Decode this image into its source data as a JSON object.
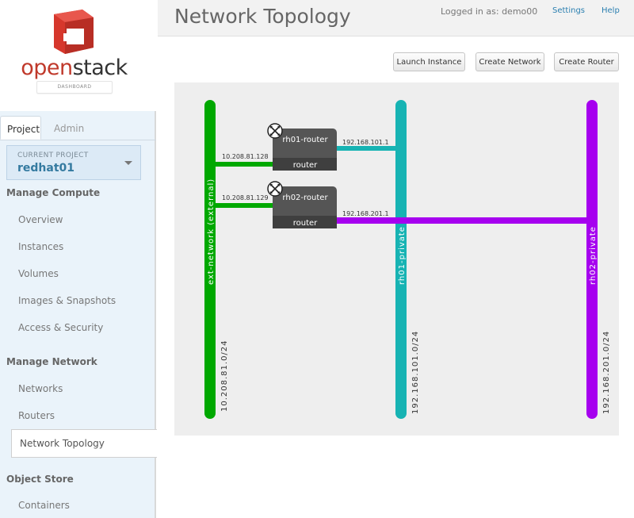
{
  "brand": {
    "word_open": "open",
    "word_stack": "stack",
    "badge": "DASHBOARD"
  },
  "sidebar": {
    "tabs": [
      {
        "label": "Project",
        "active": true
      },
      {
        "label": "Admin",
        "active": false
      }
    ],
    "current_project_caption": "CURRENT PROJECT",
    "current_project": "redhat01",
    "sections": [
      {
        "heading": "Manage Compute",
        "items": [
          "Overview",
          "Instances",
          "Volumes",
          "Images & Snapshots",
          "Access & Security"
        ]
      },
      {
        "heading": "Manage Network",
        "items": [
          "Networks",
          "Routers",
          "Network Topology"
        ],
        "active": "Network Topology"
      },
      {
        "heading": "Object Store",
        "items": [
          "Containers"
        ]
      }
    ]
  },
  "header": {
    "title": "Network Topology",
    "logged_in": "Logged in as: demo00",
    "settings": "Settings",
    "help": "Help"
  },
  "actions": {
    "launch_instance": "Launch Instance",
    "create_network": "Create Network",
    "create_router": "Create Router"
  },
  "topology": {
    "networks": [
      {
        "name": "ext-network (external)",
        "cidr": "10.208.81.0/24",
        "color": "#00a800"
      },
      {
        "name": "rh01-private",
        "cidr": "192.168.101.0/24",
        "color": "#17b3b3"
      },
      {
        "name": "rh02-private",
        "cidr": "192.168.201.0/24",
        "color": "#a600ef"
      }
    ],
    "routers": [
      {
        "name": "rh01-router",
        "type_label": "router",
        "ext_ip": "10.208.81.128",
        "int_ip": "192.168.101.1"
      },
      {
        "name": "rh02-router",
        "type_label": "router",
        "ext_ip": "10.208.81.129",
        "int_ip": "192.168.201.1"
      }
    ]
  },
  "colors": {
    "accent_link": "#2a7fb0",
    "brand_red": "#c0392b",
    "router_body": "#555555"
  }
}
